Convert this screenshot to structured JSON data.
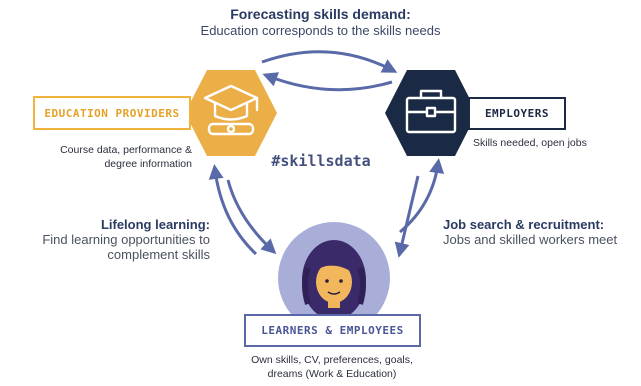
{
  "header": {
    "title": "Forecasting skills demand:",
    "subtitle": "Education corresponds to the skills needs"
  },
  "center": {
    "hashtag": "#skillsdata"
  },
  "nodes": {
    "education": {
      "label": "EDUCATION PROVIDERS",
      "desc_line1": "Course data, performance &",
      "desc_line2": "degree information",
      "color": "#ecae46",
      "icon": "graduation-cap-diploma-icon"
    },
    "employers": {
      "label": "EMPLOYERS",
      "desc": "Skills needed, open jobs",
      "color": "#1b2a44",
      "icon": "briefcase-icon"
    },
    "learners": {
      "label": "LEARNERS & EMPLOYEES",
      "desc_line1": "Own skills, CV, preferences, goals,",
      "desc_line2": "dreams (Work & Education)",
      "color": "#a8aed8",
      "icon": "person-avatar-icon"
    }
  },
  "flows": {
    "lifelong": {
      "title": "Lifelong learning:",
      "line1": "Find learning opportunities  to",
      "line2": "complement skills"
    },
    "job": {
      "title": "Job search & recruitment:",
      "line1": "Jobs and skilled workers meet"
    }
  },
  "colors": {
    "arrow": "#5a6aa8",
    "text_dark": "#2b3a63"
  }
}
